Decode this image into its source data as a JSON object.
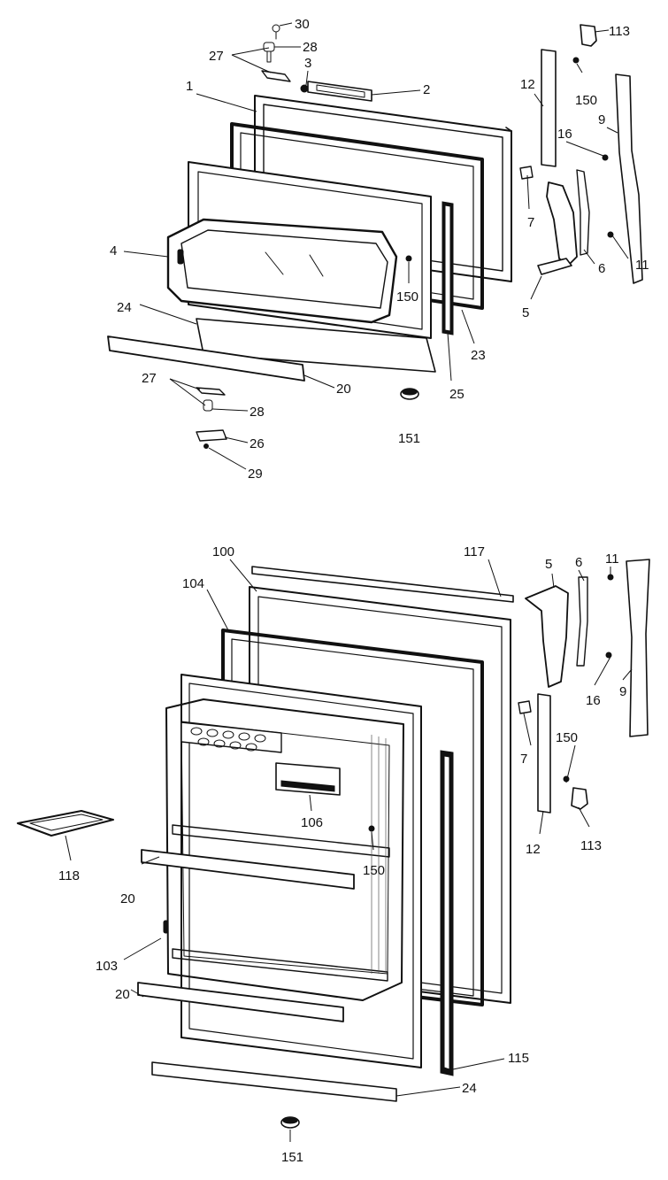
{
  "diagram": {
    "upper_assembly": {
      "labels": [
        "30",
        "28",
        "27",
        "3",
        "113",
        "1",
        "2",
        "12",
        "150",
        "16",
        "9",
        "7",
        "4",
        "150",
        "11",
        "6",
        "5",
        "24",
        "23",
        "20",
        "25",
        "27",
        "28",
        "26",
        "29",
        "151"
      ]
    },
    "lower_assembly": {
      "labels": [
        "117",
        "100",
        "104",
        "5",
        "6",
        "11",
        "16",
        "9",
        "7",
        "150",
        "106",
        "113",
        "12",
        "150",
        "118",
        "20",
        "103",
        "20",
        "115",
        "24",
        "151"
      ]
    }
  }
}
